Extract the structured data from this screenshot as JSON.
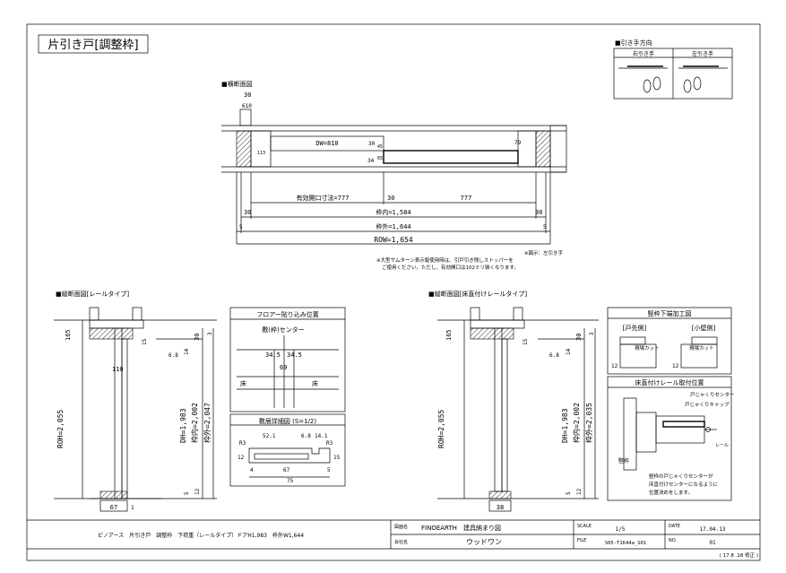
{
  "sheet": {
    "title": "片引き戸[調整枠]",
    "handle_direction": {
      "heading": "■引き手方向",
      "right": "右引き手",
      "left": "左引き手"
    },
    "plan_section": {
      "heading": "■横断面図",
      "dw": "DW=810",
      "top_30": "30",
      "top_610": "610",
      "d30a": "30",
      "d45": "45",
      "d79": "79",
      "d113": "113",
      "d34": "34",
      "d65": "65",
      "effective": "有効開口寸法=777",
      "eff_30": "30",
      "eff_777": "777",
      "inner": "枠内=1,584",
      "inner_30l": "30",
      "inner_30r": "30",
      "outer": "枠外=1,644",
      "outer_5l": "5",
      "outer_5r": "5",
      "row": "ROW=1,654",
      "note_fig": "※図示：左引き手",
      "note1": "※大型サムターン表示錠使用時は、引戸引き残しストッパーを",
      "note2": "ご使用ください。ただし、有効開口は102ミリ狭くなります。"
    },
    "v_section_rail": {
      "heading": "■縦断面図[レールタイプ]",
      "d165": "165",
      "d110": "110",
      "d15": "15",
      "d30": "30",
      "d68": "6.8",
      "d14": "14",
      "d3": "3",
      "roh": "ROH=2,055",
      "dh": "DH=1,983",
      "inner": "枠内=2,002",
      "outer": "枠外=2,047",
      "d12": "12",
      "d5": "5",
      "d67": "67",
      "d1": "1"
    },
    "floor_panel": {
      "heading": "フロアー貼り込み位置",
      "center": "敷(枠)センター",
      "d345a": "34.5",
      "d345b": "34.5",
      "d69": "69",
      "floor_l": "床",
      "floor_r": "床",
      "sill_heading": "敷居詳細図 (S=1/2)",
      "s521": "52.1",
      "s68": "6.8",
      "s141": "14.1",
      "sr3a": "R3",
      "sr3b": "R3",
      "s12": "12",
      "s15": "15",
      "s4": "4",
      "s67": "67",
      "s75": "75",
      "s5": "5"
    },
    "v_section_floor": {
      "heading": "■縦断面図[床直付けレールタイプ]",
      "d165": "165",
      "d15": "15",
      "d30": "30",
      "d68": "6.8",
      "d14": "14",
      "d3": "3",
      "roh": "ROH=2,055",
      "dh": "DH=1,983",
      "inner": "枠内=2,002",
      "outer": "枠外=2,035",
      "d12": "12",
      "d5": "5",
      "d38": "38"
    },
    "frame_panel": {
      "heading": "竪枠下端加工図",
      "door_side": "[戸先側]",
      "small_wall": "[小壁側]",
      "cut_l": "現場カット",
      "cut_r": "現場カット",
      "d12l": "12",
      "d12r": "12",
      "rail_heading": "床直付けレール取付位置",
      "center_label": "戸じゃくりセンター",
      "cap_label": "戸じゃくりキャップ",
      "rail_label": "レール",
      "post_label": "竪枠",
      "note1": "竪枠の戸じゃくりセンターが",
      "note2": "床直付けセンターになるように",
      "note3": "位置決めをします。"
    },
    "title_block": {
      "desc": "ピノアース　片引き戸　調整枠　下荷重（レールタイプ）ドアH1,983　枠外W1,644",
      "name_label": "図面名",
      "name": "FINOEARTH　建具納まり図",
      "company_label": "会社名",
      "company": "ウッドワン",
      "scale_label": "SCALE",
      "scale": "1/5",
      "file_label": "FILE",
      "file": "S05-T1644a_S01",
      "date_label": "DATE",
      "date": "17.04.13",
      "no_label": "NO.",
      "no": "01",
      "revision": "( 17.8 .18 修正 )"
    }
  }
}
